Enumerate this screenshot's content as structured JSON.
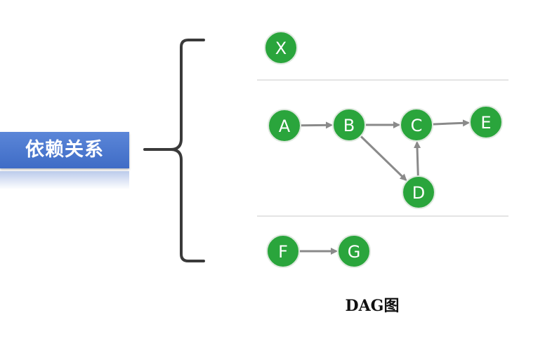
{
  "label": "依赖关系",
  "caption": "DAG图",
  "nodes": [
    {
      "id": "X",
      "label": "X"
    },
    {
      "id": "A",
      "label": "A"
    },
    {
      "id": "B",
      "label": "B"
    },
    {
      "id": "C",
      "label": "C"
    },
    {
      "id": "D",
      "label": "D"
    },
    {
      "id": "E",
      "label": "E"
    },
    {
      "id": "F",
      "label": "F"
    },
    {
      "id": "G",
      "label": "G"
    }
  ],
  "edges": [
    {
      "from": "A",
      "to": "B"
    },
    {
      "from": "B",
      "to": "C"
    },
    {
      "from": "B",
      "to": "D"
    },
    {
      "from": "D",
      "to": "C"
    },
    {
      "from": "C",
      "to": "E"
    },
    {
      "from": "F",
      "to": "G"
    }
  ],
  "colors": {
    "node_fill": "#2aa53c",
    "edge": "#8a8a8a",
    "label_background": "#4a78cf"
  }
}
